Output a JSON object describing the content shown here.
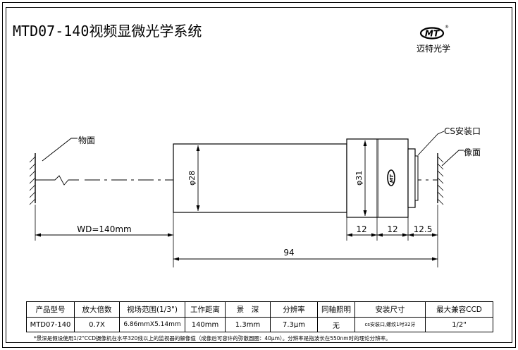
{
  "title": "MTD07-140视频显微光学系统",
  "brand": {
    "logo_text": "MT",
    "name": "迈特光学"
  },
  "drawing": {
    "object_plane_label": "物面",
    "image_plane_label": "像面",
    "cs_mount_label": "CS安装口",
    "tube_diameter": "φ28",
    "body_diameter": "φ31",
    "wd_label": "WD=140mm",
    "dim_12_a": "12",
    "dim_12_b": "12",
    "dim_12_5": "12.5",
    "dim_total": "94",
    "emblem": "MT"
  },
  "table": {
    "headers": [
      "产品型号",
      "放大倍数",
      "视场范围(1/3\")",
      "工作距离",
      "景　深",
      "分辨率",
      "同轴照明",
      "安装尺寸",
      "最大兼容CCD"
    ],
    "row": [
      "MTD07-140",
      "0.7X",
      "6.86mmX5.14mm",
      "140mm",
      "1.3mm",
      "7.3μm",
      "无",
      "cs安装口,螺纹1吋32牙",
      "1/2\""
    ]
  },
  "footnote": "*景深是假设使用1/2\"CCD摄像机在水平320线以上的监视器的解像值（成像后可容许的弥散圆圈：40μm）。分辨率是指波长在550nm时的理论分辨率。"
}
